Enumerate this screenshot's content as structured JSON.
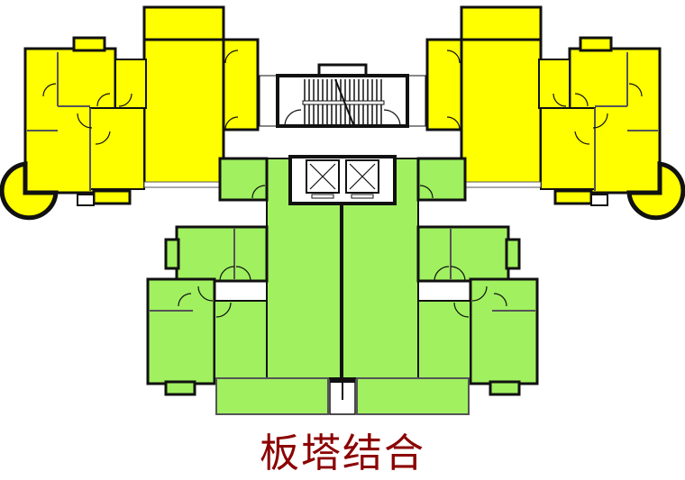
{
  "diagram": {
    "title": "板塔结合",
    "type": "floor-plan",
    "colors": {
      "slab_units": "#FFFF00",
      "tower_units": "#A0F060",
      "walls": "#111111",
      "core": "#FFFFFF",
      "caption": "#8B0000"
    },
    "legend": [],
    "zones": [
      {
        "id": "slab-left",
        "label": "",
        "color_key": "slab_units"
      },
      {
        "id": "slab-right",
        "label": "",
        "color_key": "slab_units"
      },
      {
        "id": "tower-left",
        "label": "",
        "color_key": "tower_units"
      },
      {
        "id": "tower-right",
        "label": "",
        "color_key": "tower_units"
      },
      {
        "id": "stair-core",
        "label": "",
        "color_key": "core"
      },
      {
        "id": "elevator-core",
        "label": "",
        "color_key": "core"
      }
    ]
  }
}
